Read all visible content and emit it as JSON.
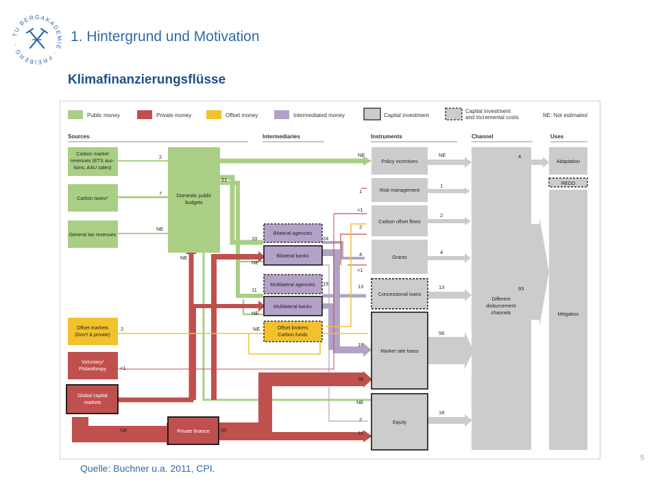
{
  "header": {
    "section_title": "1. Hintergrund und Motivation",
    "slide_title": "Klimafinanzierungsflüsse",
    "logo_text": "TU BERGAKADEMIE · FREIBERG ·"
  },
  "legend": {
    "public": "Public money",
    "private": "Private money",
    "offset": "Offset money",
    "intermediated": "Intermediated money",
    "capital": "Capital investment",
    "capital_incremental_1": "Capital investment",
    "capital_incremental_2": "and incremental costs",
    "not_estimated": "NE: Not estimated"
  },
  "columns": {
    "sources": "Sources",
    "intermediaries": "Intermediaries",
    "instruments": "Instruments",
    "channel": "Channel",
    "uses": "Uses"
  },
  "nodes": {
    "carbon_market_1": "Carbon market",
    "carbon_market_2": "revenues (ETS auc-",
    "carbon_market_3": "tions, AAU sales)",
    "carbon_taxes": "Carbon taxes*",
    "general_tax": "General tax revenues",
    "domestic_1": "Domestic public",
    "domestic_2": "budgets",
    "offset_markets_1": "Offset markets",
    "offset_markets_2": "(Gov't & private)",
    "voluntary_1": "Voluntary/",
    "voluntary_2": "Philanthropy",
    "global_1": "Global capital",
    "global_2": "markets",
    "private_finance": "Private finance",
    "bilateral_agencies": "Bilateral agencies",
    "bilateral_banks": "Bilateral banks",
    "multilateral_agencies": "Multilateral agencies",
    "multilateral_banks": "Multilateral banks",
    "offset_brokers_1": "Offset brokers",
    "offset_brokers_2": "Carbon funds",
    "policy_incentives": "Policy incentives",
    "risk_management": "Risk management",
    "carbon_offset_flows": "Carbon offset flows",
    "grants": "Grants",
    "concessional_loans": "Concessional loans",
    "market_rate_loans": "Market rate loans",
    "equity": "Equity",
    "channel_1": "Different",
    "channel_2": "disbursement",
    "channel_3": "channels",
    "adaptation": "Adaptation",
    "redd": "REDD",
    "mitigation": "Mitigation"
  },
  "flow_labels": {
    "cm_in": "2",
    "ct_in": "7",
    "gt_in": "NE",
    "dpb_out": "21",
    "dpb_pi": "NE",
    "dpb_ne": "NE",
    "ba_in": "10",
    "bb_in": "NE",
    "ma_in": "11",
    "mb_in": "NE",
    "ba_out": "24",
    "ma_out": "15",
    "offset_in": "2",
    "ob_in": "NE",
    "vol": "<1",
    "rm_in": "1",
    "cof_a": "<1",
    "cof_b": "2",
    "gr_a": "4",
    "gr_b": "<1",
    "cl_in": "13",
    "mrl_a": "18",
    "mrl_b": "38",
    "eq_a": "NE",
    "eq_b": "2",
    "eq_c": "16",
    "ne_gcm": "NE",
    "pf_out": "55",
    "pi_out": "NE",
    "rm_out": "1",
    "cof_out": "2",
    "gr_out": "4",
    "cl_out": "13",
    "mrl_out": "56",
    "eq_out": "18",
    "ch_adapt": "4",
    "ch_mit": "93"
  },
  "colors": {
    "public": "#a9cf85",
    "private": "#c0504d",
    "offset": "#f2c12e",
    "intermediated": "#b3a2c7",
    "capital": "#cccccc",
    "title_blue": "#2d6aa8"
  },
  "footer": {
    "source": "Quelle: Buchner u.a. 2011, CPI.",
    "page": "5"
  }
}
